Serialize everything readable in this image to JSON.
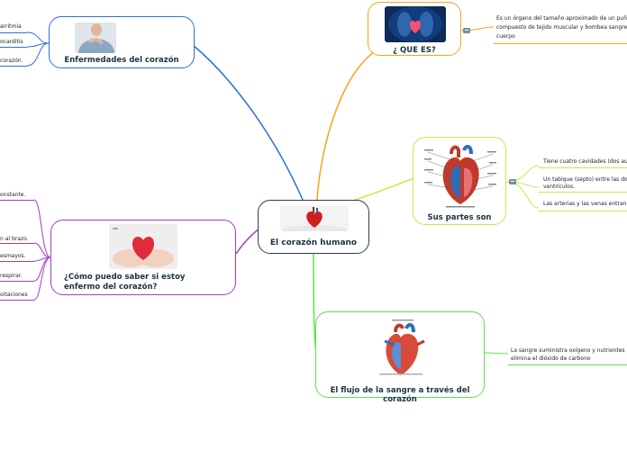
{
  "center": {
    "title": "El corazón humano"
  },
  "branches": {
    "que_es": {
      "title": "¿ QUE ES?",
      "color": "#f7a21b",
      "leaves": [
        "Es un órgano del tamaño aproximado de un puño. Es",
        "compuesto de tejido muscular y bombea sangre a to",
        "cuerpo"
      ]
    },
    "partes": {
      "title": "Sus partes son",
      "color": "#c9e84a",
      "leaves": [
        "Tiene cuatro cavidades (dos aurí",
        "Un tabique (septo) entre las dos a",
        "ventrículos.",
        "Las arterias y las venas entran y s"
      ]
    },
    "flujo": {
      "title": "El flujo de la sangre a través del corazón",
      "color": "#5ee04a",
      "leaves": [
        "La sangre suministra oxígeno y nutrientes a to",
        "elimina el dióxido de carbono"
      ]
    },
    "enfermedades": {
      "title": "Enfermedades del corazón",
      "color": "#2f6fd8",
      "leaves": [
        "arritmia",
        "ocarditis",
        "corazón"
      ]
    },
    "como_saber": {
      "title": "¿Cómo puedo saber si estoy enfermo del corazón?",
      "color": "#a23cc8",
      "leaves": [
        "onstante.",
        "n al brazo.",
        "esmayos.",
        "respirar.",
        "oitaciones"
      ]
    }
  }
}
